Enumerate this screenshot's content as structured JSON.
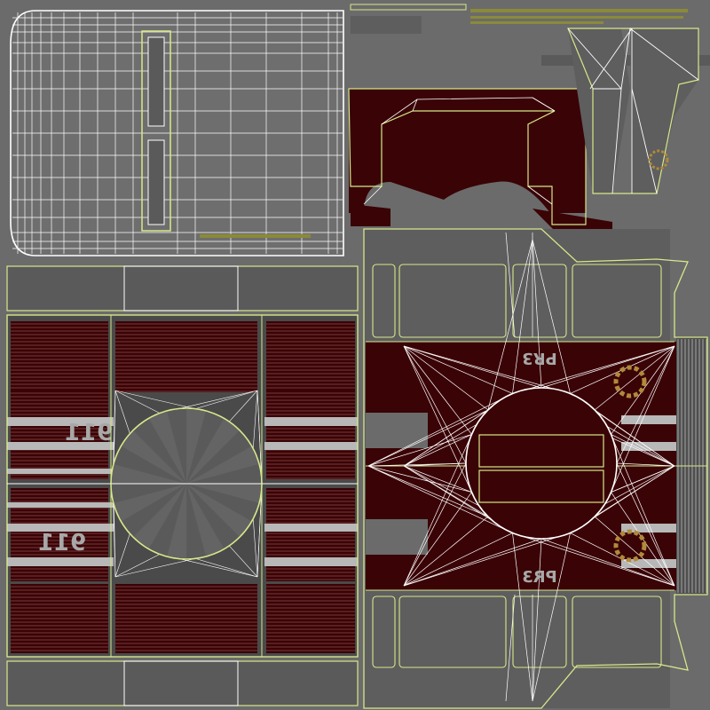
{
  "texture": {
    "colors": {
      "background": "#6b6b6b",
      "panel": "#5a5a5a",
      "maroon": "#3a0306",
      "stripe_light": "#b8b8b8",
      "wire_white": "#ffffff",
      "wire_yellow": "#d6e88a",
      "emblem_gold": "#b08a3a",
      "olive_bar": "#8a8a3a"
    },
    "labels": {
      "unit_number_left_top": "911",
      "unit_number_left_bottom": "911",
      "code_right_top": "PR3",
      "code_right_bottom": "PR3"
    },
    "icons": {
      "emblem": "badge-emblem-icon"
    }
  }
}
